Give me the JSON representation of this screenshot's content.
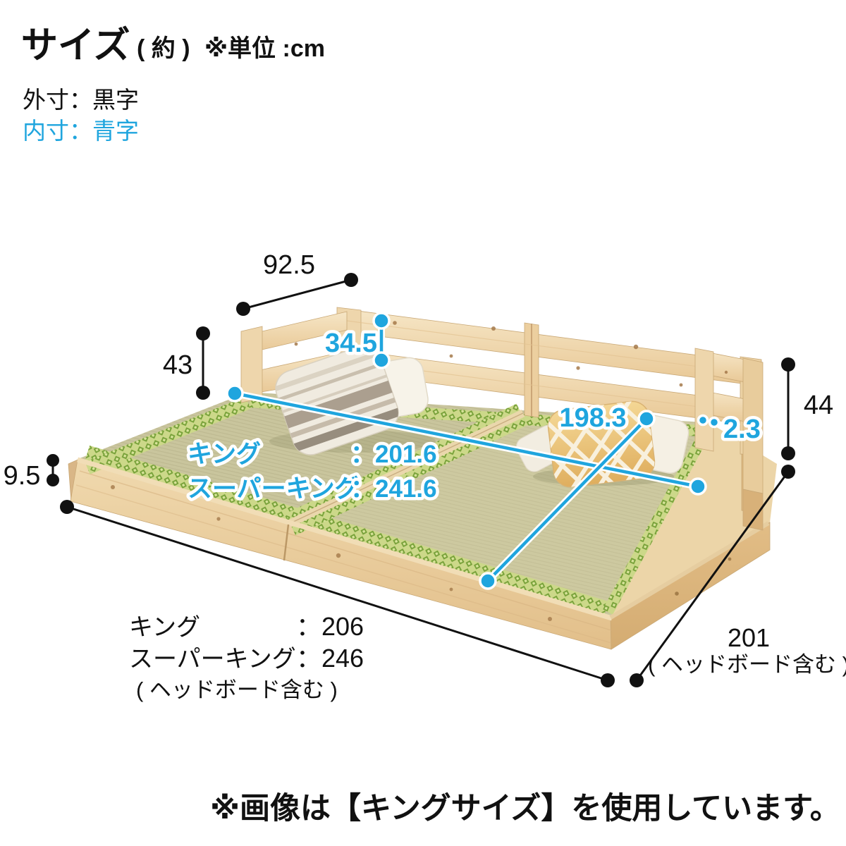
{
  "title": {
    "main": "サイズ",
    "approx": "( 約 )",
    "unit": "※単位 :cm"
  },
  "legend": {
    "outer": "外寸：黒字",
    "inner": "内寸：青字"
  },
  "colors": {
    "outer_dim_text": "#111111",
    "inner_dim_text": "#1fa5de",
    "tatami_green": "#c9c59d",
    "heri_band_green": "#76a038",
    "wood_light": "#f5e5c4",
    "wood_mid": "#e9c996"
  },
  "dims_outer": {
    "headboard_width": "92.5",
    "headboard_height": "43",
    "base_height": "9.5",
    "side_rail_height": "44",
    "width_rows": [
      {
        "label": "キング",
        "value": "：206"
      },
      {
        "label": "スーパーキング",
        "value": "：246"
      }
    ],
    "width_note": "( ヘッドボード含む )",
    "depth": "201",
    "depth_note": "( ヘッドボード含む )"
  },
  "dims_inner": {
    "rail_inner_height": "34.5",
    "diagonal": "198.3",
    "side_gap": "2.3",
    "width_rows": [
      {
        "label": "キング",
        "value": "：201.6"
      },
      {
        "label": "スーパーキング",
        "value": "：241.6"
      }
    ]
  },
  "note_bottom": "※画像は【キングサイズ】を使用しています。"
}
